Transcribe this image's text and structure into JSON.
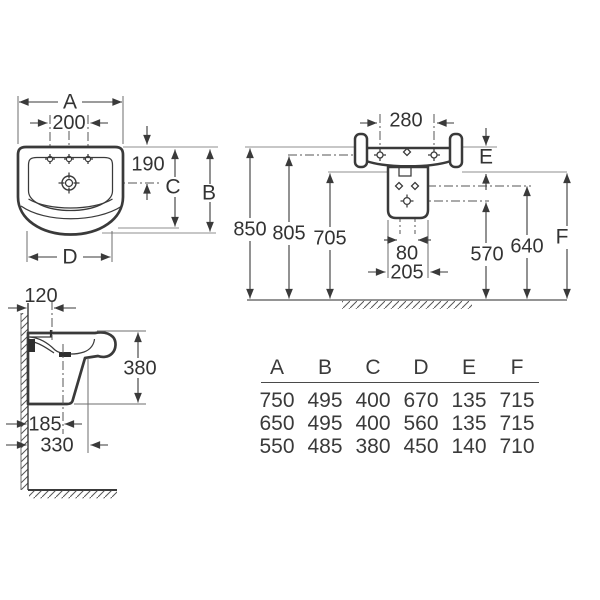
{
  "palette": {
    "line": "#3a3a3a",
    "reference_line": "#8f8f8f",
    "background": "#ffffff"
  },
  "views": {
    "plan": {
      "labels": {
        "overall_width": "A",
        "tap_hole_spacing": "200",
        "rim_to_tap_centre": "190",
        "bowl_depth": "C",
        "overall_depth": "B",
        "front_width": "D"
      }
    },
    "elevation": {
      "labels": {
        "fixing_hole_spacing": "280",
        "rim_thickness": "E",
        "height_overall": "850",
        "height_fixing_holes": "805",
        "height_under_rim": "705",
        "pedestal_hole_spacing": "80",
        "pedestal_width": "205",
        "height_drain": "570",
        "height_pedestal_holes": "640",
        "height_front_edge": "F"
      }
    },
    "side": {
      "labels": {
        "tap_centre_from_wall": "120",
        "fixture_height": "380",
        "drain_from_wall": "185",
        "fixing_from_wall": "330"
      }
    }
  },
  "table": {
    "headers": [
      "A",
      "B",
      "C",
      "D",
      "E",
      "F"
    ],
    "rows": [
      [
        "750",
        "495",
        "400",
        "670",
        "135",
        "715"
      ],
      [
        "650",
        "495",
        "400",
        "560",
        "135",
        "715"
      ],
      [
        "550",
        "485",
        "380",
        "450",
        "140",
        "710"
      ]
    ]
  }
}
